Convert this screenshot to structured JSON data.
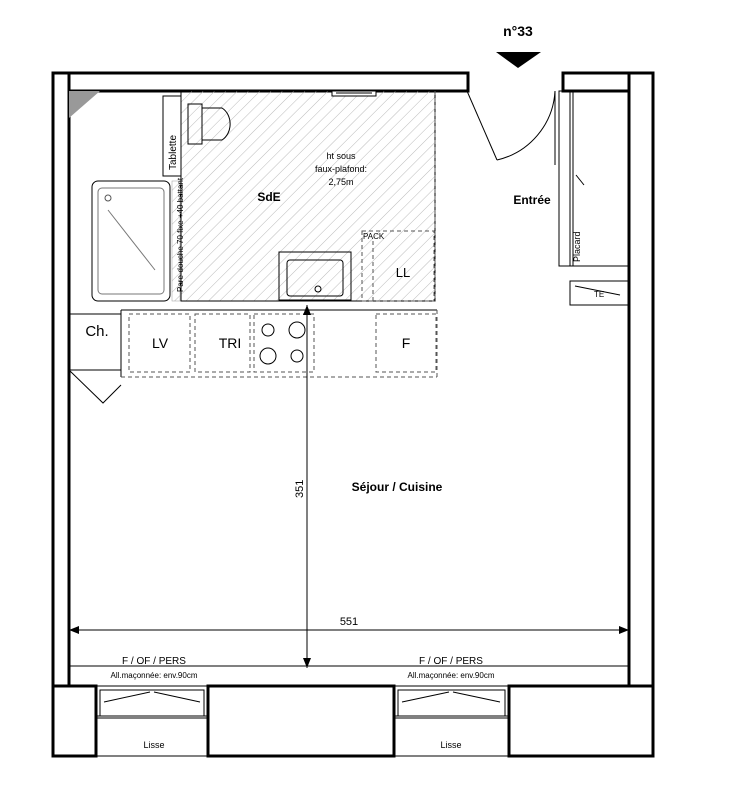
{
  "unit_number": "n°33",
  "rooms": {
    "sde": "SdE",
    "entree": "Entrée",
    "sejour": "Séjour / Cuisine"
  },
  "ceiling_note": [
    "ht sous",
    "faux-plafond:",
    "2,75m"
  ],
  "fixtures": {
    "tablette": "Tablette",
    "pack": "PACK",
    "ll": "LL",
    "placard": "Placard",
    "te": "TE",
    "ch": "Ch.",
    "lv": "LV",
    "tri": "TRI",
    "f": "F",
    "shower_note": "Pare-douche 70 fixe +40 battant"
  },
  "dimensions": {
    "height": "351",
    "width": "551"
  },
  "windows": [
    {
      "type": "F / OF /  PERS",
      "wall": "All.maçonnée: env.90cm",
      "sill": "Lisse"
    },
    {
      "type": "F / OF /  PERS",
      "wall": "All.maçonnée: env.90cm",
      "sill": "Lisse"
    }
  ],
  "colors": {
    "wall": "#000000",
    "hatch": "#bbbbbb",
    "corner_fill": "#999999"
  }
}
